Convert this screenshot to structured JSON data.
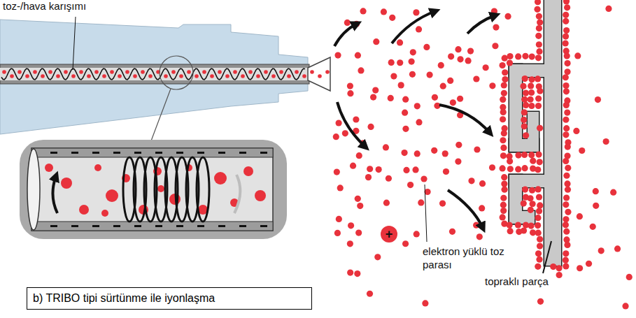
{
  "diagram": {
    "caption": "b) TRIBO tipi sürtünme ile iyonlaşma",
    "labels": [
      "toz-/hava karışımı",
      "+",
      "elektron yüklü toz parası",
      "topraklı parça"
    ]
  }
}
